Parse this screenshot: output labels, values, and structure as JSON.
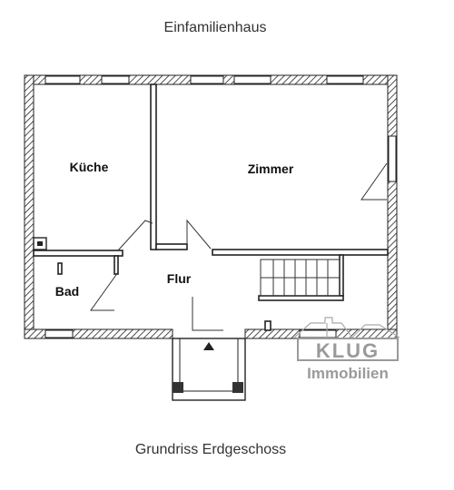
{
  "header": {
    "title": "Einfamilienhaus"
  },
  "rooms": {
    "kitchen": "Küche",
    "living": "Zimmer",
    "bath": "Bad",
    "hall": "Flur"
  },
  "logo": {
    "brand": "KLUG",
    "tagline": "Immobilien",
    "color": "#9a9a9a"
  },
  "footer": {
    "caption": "Grundriss Erdgeschoss"
  },
  "colors": {
    "wall": "#222222",
    "line": "#333333"
  }
}
